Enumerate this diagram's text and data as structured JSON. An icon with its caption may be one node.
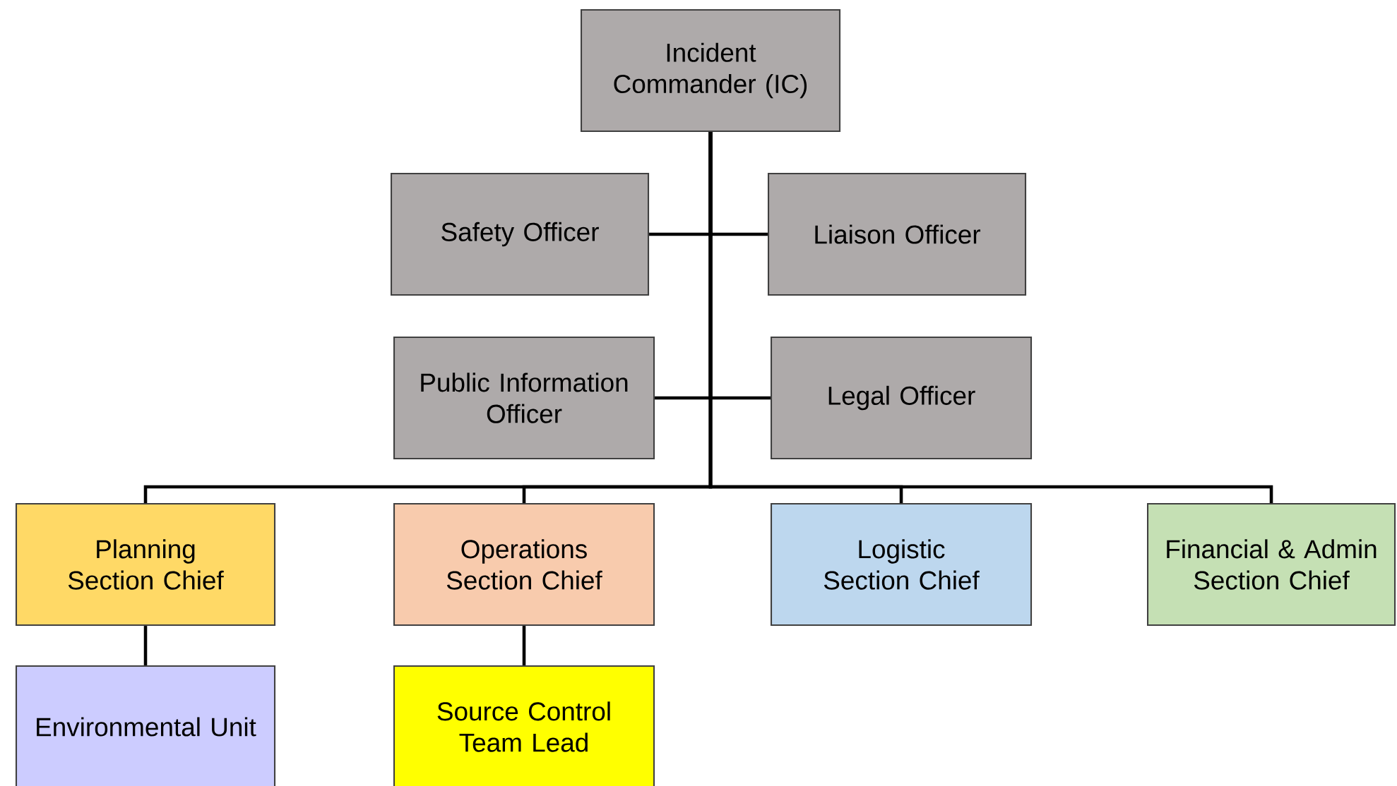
{
  "diagram": {
    "nodes": [
      {
        "text": [
          "Incident Commander (IC)"
        ]
      },
      {
        "text": [
          "Safety Officer"
        ]
      },
      {
        "text": [
          "Liaison Officer"
        ]
      },
      {
        "text": [
          "Public Information Officer"
        ]
      },
      {
        "text": [
          "Legal Officer"
        ]
      },
      {
        "text": [
          "Planning Section Chief"
        ]
      },
      {
        "text": [
          "Operations Section Chief"
        ]
      },
      {
        "text": [
          "Logistic Section Chief"
        ]
      },
      {
        "text": [
          "Financial & Admin Section Chief"
        ]
      },
      {
        "text": [
          "Environmental Unit"
        ]
      },
      {
        "text": [
          "Source Control Team Lead"
        ]
      }
    ],
    "edges": [
      {
        "from": 0,
        "to": 1,
        "arrow": "none"
      },
      {
        "from": 0,
        "to": 2,
        "arrow": "none"
      },
      {
        "from": 0,
        "to": 3,
        "arrow": "none"
      },
      {
        "from": 0,
        "to": 4,
        "arrow": "none"
      },
      {
        "from": 0,
        "to": 5,
        "arrow": "none"
      },
      {
        "from": 0,
        "to": 6,
        "arrow": "none"
      },
      {
        "from": 0,
        "to": 7,
        "arrow": "none"
      },
      {
        "from": 0,
        "to": 8,
        "arrow": "none"
      },
      {
        "from": 5,
        "to": 9,
        "arrow": "none"
      },
      {
        "from": 6,
        "to": 10,
        "arrow": "none"
      }
    ]
  }
}
